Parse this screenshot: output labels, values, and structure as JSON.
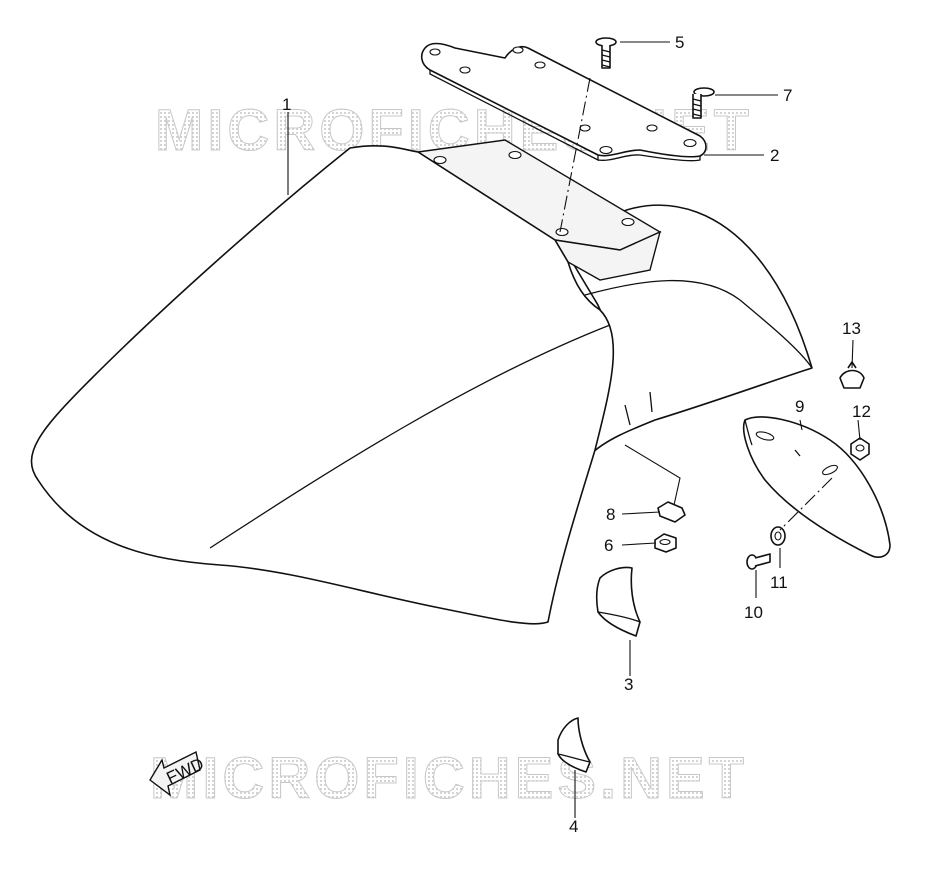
{
  "watermark": {
    "top_text": "MICROFICHES.NET",
    "bottom_text": "MICROFICHES.NET"
  },
  "direction_arrow": {
    "label": "FWD"
  },
  "callouts": [
    {
      "id": "c1",
      "number": "1"
    },
    {
      "id": "c2",
      "number": "2"
    },
    {
      "id": "c3",
      "number": "3"
    },
    {
      "id": "c4",
      "number": "4"
    },
    {
      "id": "c5",
      "number": "5"
    },
    {
      "id": "c6",
      "number": "6"
    },
    {
      "id": "c7",
      "number": "7"
    },
    {
      "id": "c8",
      "number": "8"
    },
    {
      "id": "c9",
      "number": "9"
    },
    {
      "id": "c10",
      "number": "10"
    },
    {
      "id": "c11",
      "number": "11"
    },
    {
      "id": "c12",
      "number": "12"
    },
    {
      "id": "c13",
      "number": "13"
    }
  ]
}
